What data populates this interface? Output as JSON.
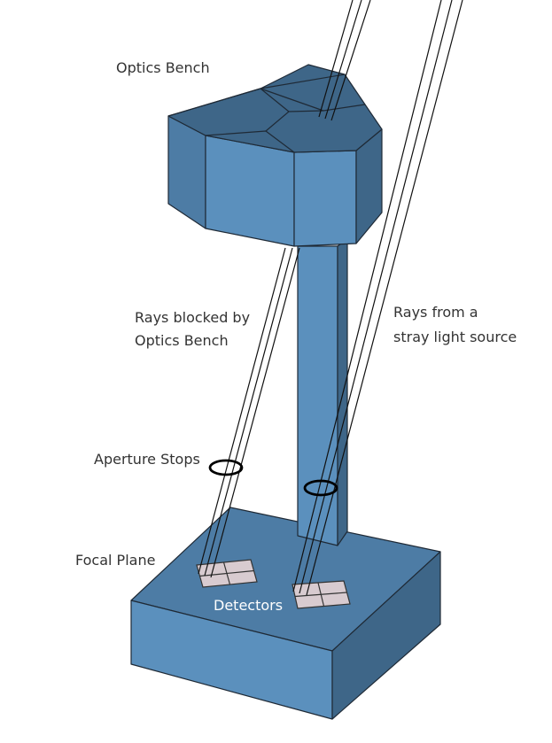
{
  "labels": {
    "optics_bench": "Optics Bench",
    "rays_blocked_1": "Rays blocked by",
    "rays_blocked_2": "Optics Bench",
    "rays_stray_1": "Rays from a",
    "rays_stray_2": "stray light source",
    "aperture_stops": "Aperture Stops",
    "focal_plane": "Focal Plane",
    "detectors": "Detectors"
  },
  "colors": {
    "face_light": "#5b90bd",
    "face_mid": "#4d7ca5",
    "face_dark": "#3e6688",
    "outline": "#1f2a36",
    "detector": "#d8cbd0",
    "ring": "#000000"
  }
}
